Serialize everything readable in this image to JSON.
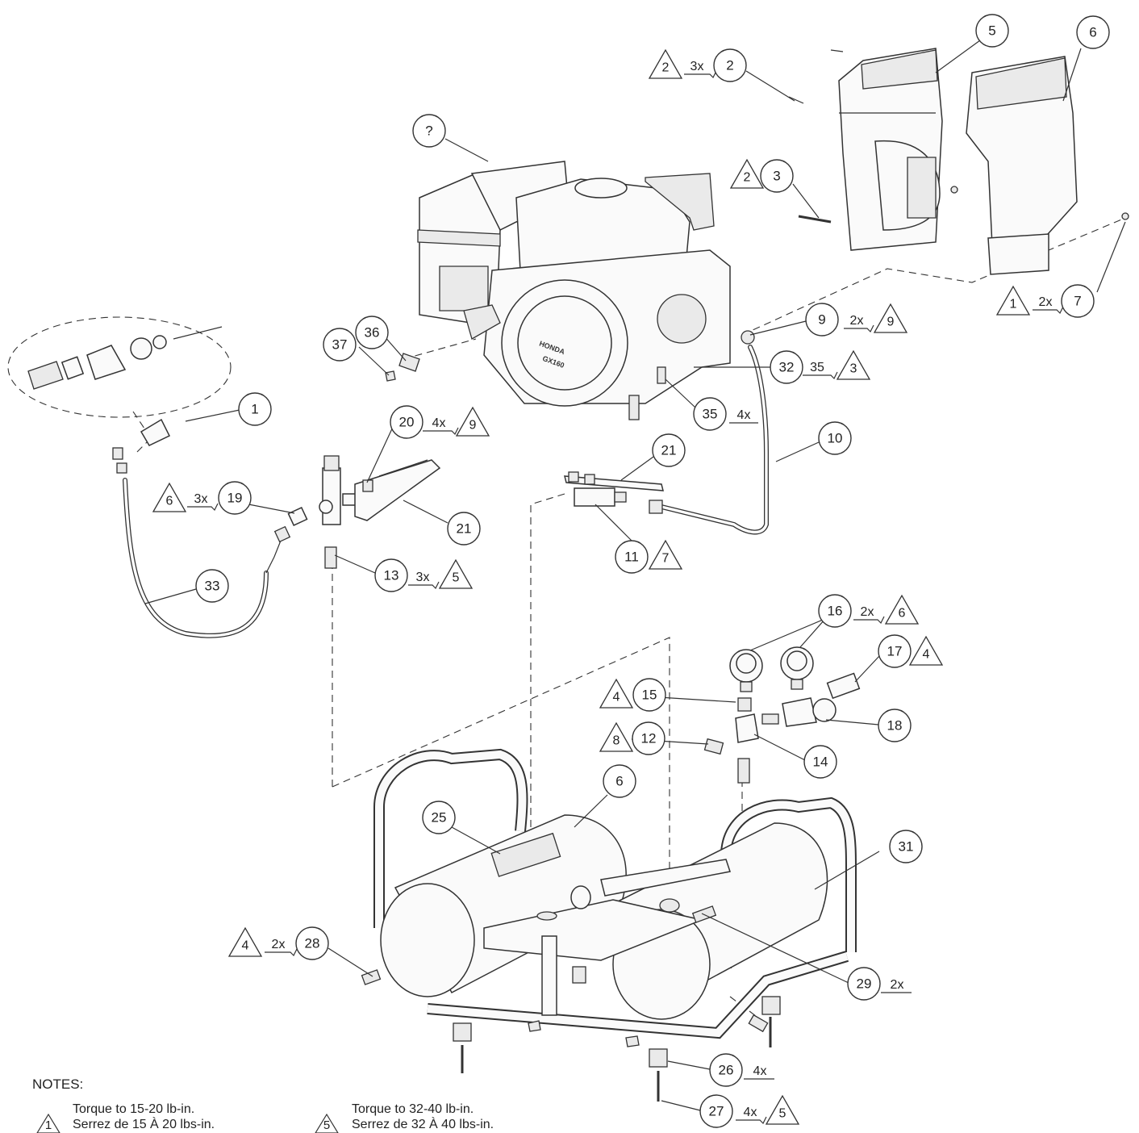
{
  "engine_label": {
    "brand": "HONDA",
    "model": "GX160"
  },
  "callouts": [
    {
      "id": "c-q",
      "text": "?"
    },
    {
      "id": "c-1",
      "text": "1"
    },
    {
      "id": "c-2",
      "text": "2"
    },
    {
      "id": "c-3",
      "text": "3"
    },
    {
      "id": "c-5",
      "text": "5"
    },
    {
      "id": "c-6a",
      "text": "6"
    },
    {
      "id": "c-6b",
      "text": "6"
    },
    {
      "id": "c-7",
      "text": "7"
    },
    {
      "id": "c-9",
      "text": "9"
    },
    {
      "id": "c-10",
      "text": "10"
    },
    {
      "id": "c-11",
      "text": "11"
    },
    {
      "id": "c-12",
      "text": "12"
    },
    {
      "id": "c-13",
      "text": "13"
    },
    {
      "id": "c-14",
      "text": "14"
    },
    {
      "id": "c-15",
      "text": "15"
    },
    {
      "id": "c-16",
      "text": "16"
    },
    {
      "id": "c-17",
      "text": "17"
    },
    {
      "id": "c-18",
      "text": "18"
    },
    {
      "id": "c-19",
      "text": "19"
    },
    {
      "id": "c-20",
      "text": "20"
    },
    {
      "id": "c-21a",
      "text": "21"
    },
    {
      "id": "c-21b",
      "text": "21"
    },
    {
      "id": "c-25",
      "text": "25"
    },
    {
      "id": "c-26",
      "text": "26"
    },
    {
      "id": "c-27",
      "text": "27"
    },
    {
      "id": "c-28",
      "text": "28"
    },
    {
      "id": "c-29",
      "text": "29"
    },
    {
      "id": "c-31",
      "text": "31"
    },
    {
      "id": "c-32",
      "text": "32"
    },
    {
      "id": "c-33",
      "text": "33"
    },
    {
      "id": "c-35",
      "text": "35"
    },
    {
      "id": "c-36",
      "text": "36"
    },
    {
      "id": "c-37",
      "text": "37"
    }
  ],
  "quantities": [
    {
      "id": "q-2",
      "text": "3x"
    },
    {
      "id": "q-7",
      "text": "2x"
    },
    {
      "id": "q-9",
      "text": "2x"
    },
    {
      "id": "q-32",
      "text": "35"
    },
    {
      "id": "q-35",
      "text": "4x"
    },
    {
      "id": "q-20",
      "text": "4x"
    },
    {
      "id": "q-19",
      "text": "3x"
    },
    {
      "id": "q-13",
      "text": "3x"
    },
    {
      "id": "q-16",
      "text": "2x"
    },
    {
      "id": "q-28",
      "text": "2x"
    },
    {
      "id": "q-29",
      "text": "2x"
    },
    {
      "id": "q-26",
      "text": "4x"
    },
    {
      "id": "q-27",
      "text": "4x"
    }
  ],
  "note_triangles": [
    {
      "id": "t-2a",
      "text": "2"
    },
    {
      "id": "t-2b",
      "text": "2"
    },
    {
      "id": "t-1",
      "text": "1"
    },
    {
      "id": "t-9a",
      "text": "9"
    },
    {
      "id": "t-3",
      "text": "3"
    },
    {
      "id": "t-9b",
      "text": "9"
    },
    {
      "id": "t-6a",
      "text": "6"
    },
    {
      "id": "t-7",
      "text": "7"
    },
    {
      "id": "t-5a",
      "text": "5"
    },
    {
      "id": "t-6b",
      "text": "6"
    },
    {
      "id": "t-4a",
      "text": "4"
    },
    {
      "id": "t-4b",
      "text": "4"
    },
    {
      "id": "t-8",
      "text": "8"
    },
    {
      "id": "t-4c",
      "text": "4"
    },
    {
      "id": "t-5b",
      "text": "5"
    }
  ],
  "notes": {
    "title": "NOTES:",
    "items": [
      {
        "symbol": "1",
        "line1": "Torque to 15-20 lb-in.",
        "line2": "Serrez de 15 À 20 lbs-in."
      },
      {
        "symbol": "5",
        "line1": "Torque to 32-40 lb-in.",
        "line2": "Serrez de 32 À 40 lbs-in."
      }
    ]
  }
}
